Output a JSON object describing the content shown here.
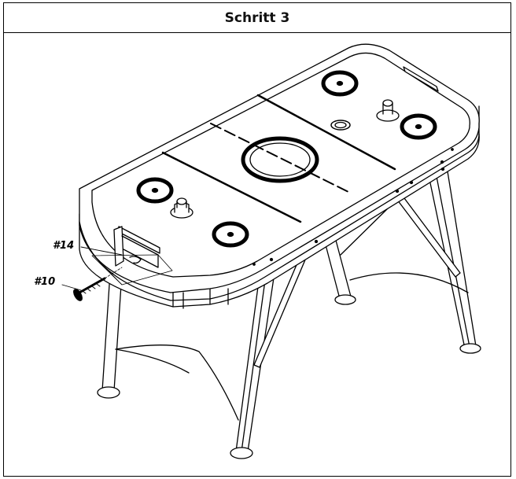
{
  "header": {
    "title": "Schritt 3"
  },
  "labels": {
    "part_14": "#14",
    "part_10": "#10"
  },
  "colors": {
    "line": "#000000",
    "background": "#ffffff"
  }
}
